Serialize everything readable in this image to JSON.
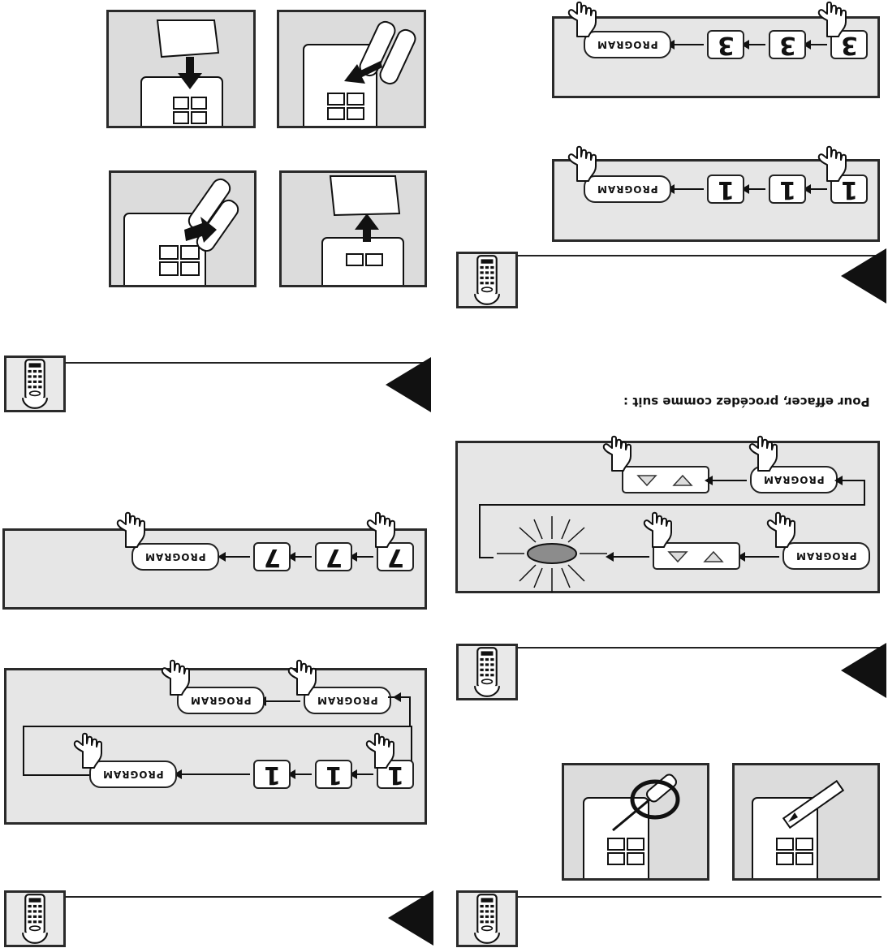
{
  "heading": {
    "text": "Pour effacer, procédez comme suit :"
  },
  "button": {
    "program": "PROGRAM"
  },
  "sequences": {
    "seq_3": {
      "keys": [
        "3",
        "3",
        "3"
      ]
    },
    "seq_1": {
      "keys": [
        "1",
        "1",
        "1"
      ]
    },
    "seq_7": {
      "keys": [
        "7",
        "7",
        "7"
      ]
    },
    "seq_1b": {
      "keys": [
        "1",
        "1",
        "1"
      ]
    }
  },
  "icons": {
    "keypad": "keypad-icon",
    "warning": "triangle-marker-icon",
    "hand": "pointing-hand-icon",
    "led": "flashing-light-icon",
    "screwdriver": "screwdriver-icon",
    "pencil": "pencil-icon"
  },
  "colors": {
    "panel": "#e6e6e6",
    "border": "#2a2a2a",
    "led": "#8c8c8c"
  }
}
